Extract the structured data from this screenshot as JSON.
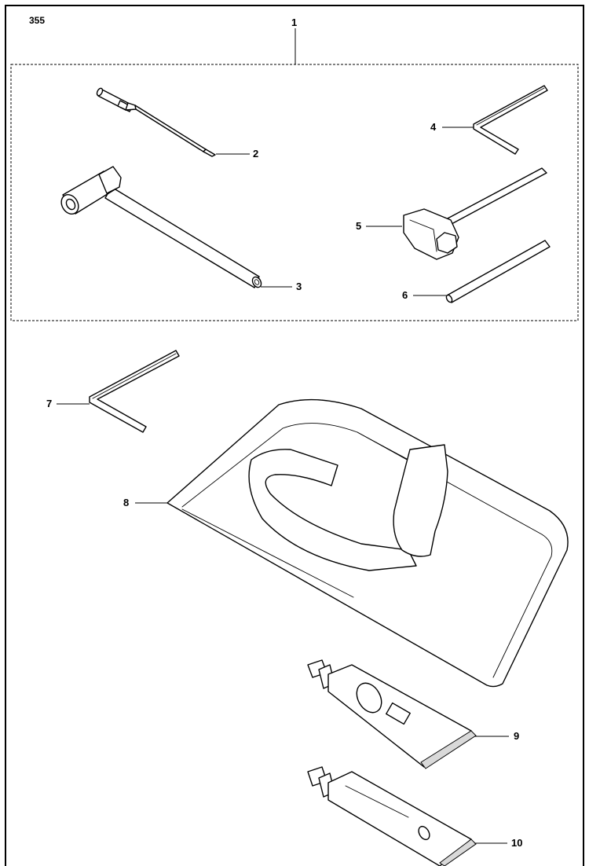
{
  "diagram": {
    "page_code": "355",
    "labels": {
      "p1": "1",
      "p2": "2",
      "p3": "3",
      "p4": "4",
      "p5": "5",
      "p6": "6",
      "p7": "7",
      "p8": "8",
      "p9": "9",
      "p10": "10"
    }
  }
}
